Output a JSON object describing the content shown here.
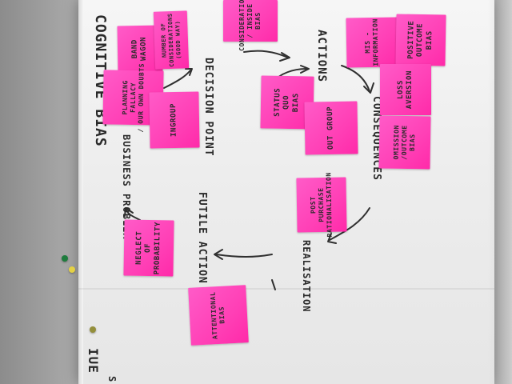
{
  "scene": {
    "title_text": "COGNITIVE BIAS",
    "left_partial_text": "IUE",
    "left_partial_s": "S",
    "labels": [
      "DECISION POINT",
      "ACTIONS",
      "CONSEQUENCES",
      "REALISATION",
      "FUTILE ACTION",
      "BUSINESS PROBLEM"
    ],
    "notes": [
      "BAND\nWAGON",
      "PLANNING\nFALLACY\n/ OUR OWN DOUBTS",
      "NUMBER OF\nCONSIDERATIONS\n(GOOD WAY)",
      "INGROUP",
      "CONSIDERATIONS\n/ INSIDE\nBIAS",
      "MIS -\nINFORMATION",
      "POSITIVE\nOUTCOME\nBIAS",
      "STATUS\nQUO\nBIAS",
      "OUT GROUP",
      "LOSS\nAVERSION",
      "OMISSION\n/OUTCOME\nBIAS",
      "POST\nPURCHASE\nRATIONALISATION",
      "NEGLECT\nOF\nPROBABILITY",
      "ATTENTIONAL\nBIAS"
    ],
    "colors": {
      "note_pink": "#ff40b6",
      "paper": "#f1f1f1",
      "ink": "#2a2a2a"
    }
  }
}
